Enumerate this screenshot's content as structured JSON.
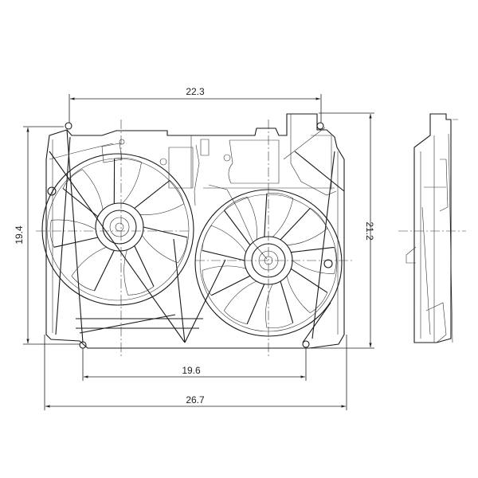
{
  "drawing": {
    "title": "Dual radiator cooling fan assembly",
    "dimensions": {
      "top_width": "22.3",
      "left_height": "19.4",
      "right_height": "21.2",
      "mount_span": "19.6",
      "overall_width": "26.7"
    },
    "colors": {
      "line": "#1a1a1a",
      "background": "#ffffff"
    }
  }
}
